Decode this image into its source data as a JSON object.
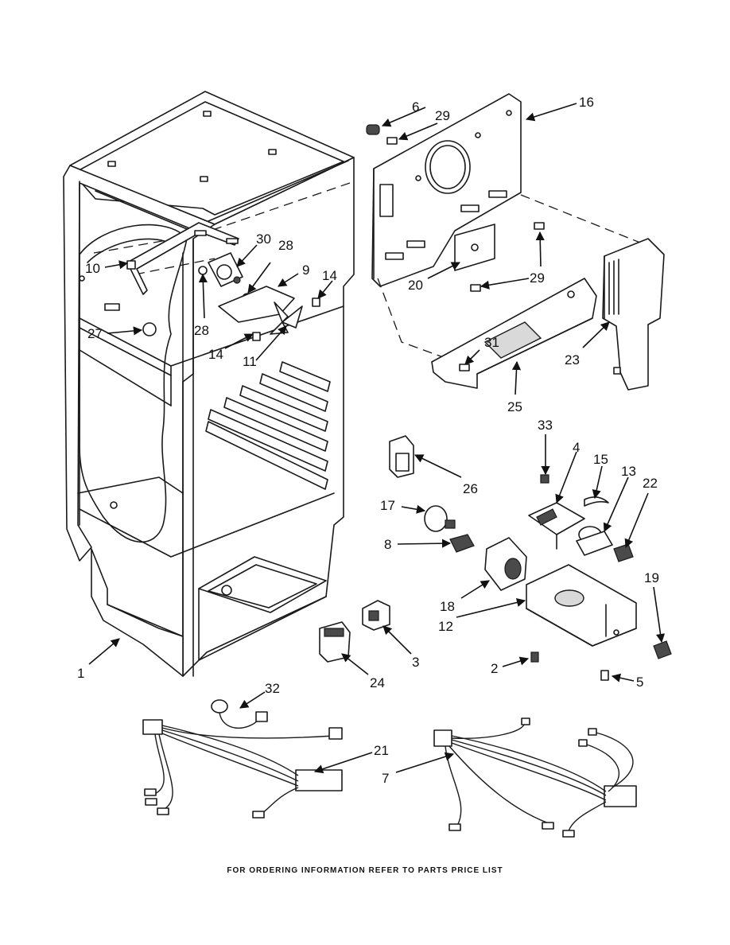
{
  "footer_note": "FOR ORDERING INFORMATION REFER TO PARTS PRICE LIST",
  "callouts": [
    {
      "id": "c1",
      "label": "1"
    },
    {
      "id": "c2",
      "label": "2"
    },
    {
      "id": "c3",
      "label": "3"
    },
    {
      "id": "c4",
      "label": "4"
    },
    {
      "id": "c5",
      "label": "5"
    },
    {
      "id": "c6",
      "label": "6"
    },
    {
      "id": "c7",
      "label": "7"
    },
    {
      "id": "c8",
      "label": "8"
    },
    {
      "id": "c9",
      "label": "9"
    },
    {
      "id": "c10",
      "label": "10"
    },
    {
      "id": "c11",
      "label": "11"
    },
    {
      "id": "c12",
      "label": "12"
    },
    {
      "id": "c13",
      "label": "13"
    },
    {
      "id": "c14a",
      "label": "14"
    },
    {
      "id": "c14b",
      "label": "14"
    },
    {
      "id": "c15",
      "label": "15"
    },
    {
      "id": "c16",
      "label": "16"
    },
    {
      "id": "c17",
      "label": "17"
    },
    {
      "id": "c18",
      "label": "18"
    },
    {
      "id": "c19",
      "label": "19"
    },
    {
      "id": "c20",
      "label": "20"
    },
    {
      "id": "c21",
      "label": "21"
    },
    {
      "id": "c22",
      "label": "22"
    },
    {
      "id": "c23",
      "label": "23"
    },
    {
      "id": "c24",
      "label": "24"
    },
    {
      "id": "c25",
      "label": "25"
    },
    {
      "id": "c26",
      "label": "26"
    },
    {
      "id": "c27",
      "label": "27"
    },
    {
      "id": "c28a",
      "label": "28"
    },
    {
      "id": "c28b",
      "label": "28"
    },
    {
      "id": "c29a",
      "label": "29"
    },
    {
      "id": "c29b",
      "label": "29"
    },
    {
      "id": "c30",
      "label": "30"
    },
    {
      "id": "c31",
      "label": "31"
    },
    {
      "id": "c32",
      "label": "32"
    },
    {
      "id": "c33",
      "label": "33"
    }
  ]
}
